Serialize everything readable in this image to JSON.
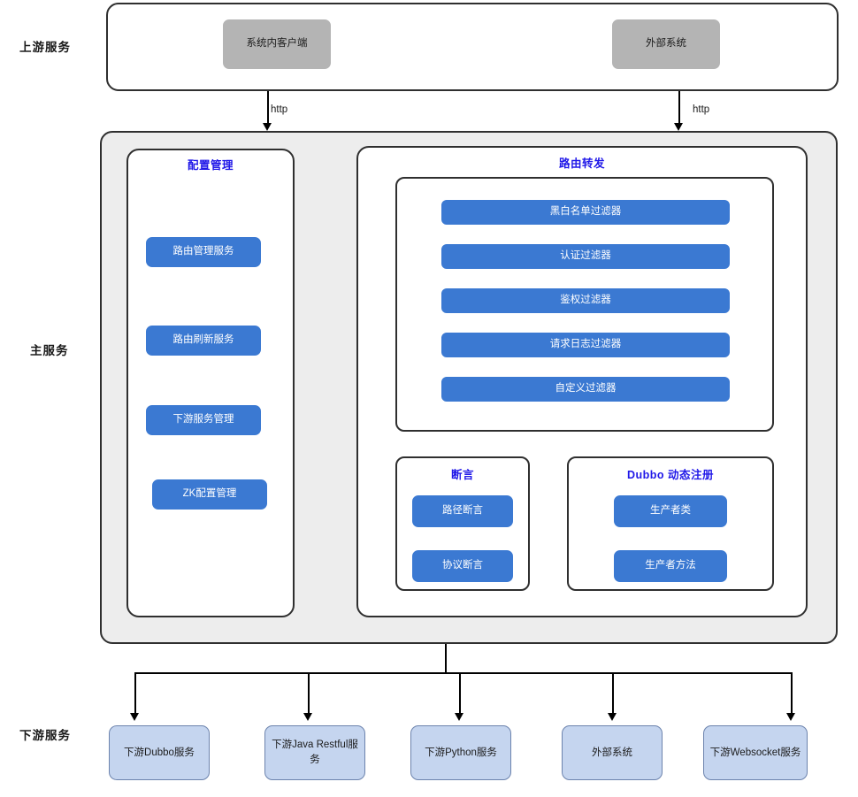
{
  "diagram": {
    "rails": [
      {
        "id": "upstream",
        "label": "上游服务"
      },
      {
        "id": "main",
        "label": "主服务"
      },
      {
        "id": "downstream",
        "label": "下游服务"
      }
    ],
    "upstream": {
      "nodes": [
        {
          "label": "系统内客户端"
        },
        {
          "label": "外部系统"
        }
      ]
    },
    "edges_http": [
      {
        "label": "http"
      },
      {
        "label": "http"
      }
    ],
    "main": {
      "config": {
        "title": "配置管理",
        "items": [
          {
            "label": "路由管理服务"
          },
          {
            "label": "路由刷新服务"
          },
          {
            "label": "下游服务管理"
          },
          {
            "label": "ZK配置管理"
          }
        ]
      },
      "routing": {
        "title": "路由转发",
        "filters": [
          {
            "label": "黑白名单过滤器"
          },
          {
            "label": "认证过滤器"
          },
          {
            "label": "鉴权过滤器"
          },
          {
            "label": "请求日志过滤器"
          },
          {
            "label": "自定义过滤器"
          }
        ],
        "assertion": {
          "title": "断言",
          "items": [
            {
              "label": "路径断言"
            },
            {
              "label": "协议断言"
            }
          ]
        },
        "dubbo": {
          "title": "Dubbo 动态注册",
          "items": [
            {
              "label": "生产者类"
            },
            {
              "label": "生产者方法"
            }
          ]
        }
      }
    },
    "downstream": {
      "nodes": [
        {
          "label": "下游Dubbo服务"
        },
        {
          "label": "下游Java Restful服务"
        },
        {
          "label": "下游Python服务"
        },
        {
          "label": "外部系统"
        },
        {
          "label": "下游Websocket服务"
        }
      ]
    },
    "colors": {
      "upstream_node": "#b4b4b4",
      "blue_node": "#3b79d2",
      "downstream_node_fill": "#c5d5ef",
      "downstream_node_border": "#6c83ad",
      "main_shell_fill": "#ededed",
      "title_text": "#2018e8",
      "stroke": "#2f2f2f"
    }
  }
}
